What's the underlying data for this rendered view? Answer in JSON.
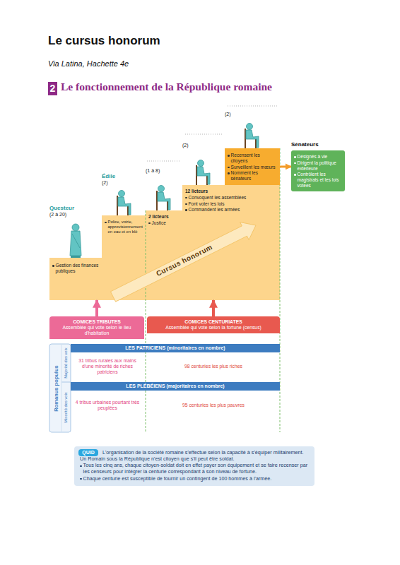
{
  "diagram": {
    "title": "Le cursus honorum",
    "nodes": [
      {
        "text": [
          "2"
        ]
      },
      {
        "text": [
          "Questeur",
          "(2 à 20)",
          "Gestion des finances publiques"
        ]
      },
      {
        "text": [
          "Édile",
          "(2)",
          "Police, voirie, approvisionnement en eau et en blé"
        ]
      },
      {
        "text": [
          "(1 à 8)",
          "2 licteurs",
          "Justice"
        ]
      },
      {
        "text": [
          "(2)",
          "12 licteurs",
          "Convoquent les assemblées",
          "Font voter les lois",
          "Commandent les armées"
        ]
      },
      {
        "text": [
          "(2)",
          "Recensent les citoyens",
          "Surveillent les mœurs",
          "Nomment les sénateurs"
        ]
      },
      {
        "text": [
          "Sénateurs",
          "Désignés à vie",
          "Dirigent la politique extérieure",
          "Contrôlent les magistrats et les lois votées"
        ]
      },
      {
        "text": [
          "COMICES TRIBUTES",
          "Assemblée qui vote selon le lieu d'habitation"
        ]
      },
      {
        "text": [
          "COMICES CENTURIATES",
          "Assemblée qui vote selon la fortune (census)"
        ]
      },
      {
        "text": [
          "LES PATRICIENS (minoritaires en nombre)"
        ]
      },
      {
        "text": [
          "LES PLÉBÉIENS (majoritaires en nombre)"
        ]
      },
      {
        "text": [
          "L'organisation de la société romaine s'effectue selon la capacité à s'équiper militairement. Un Romain sous la République n'est citoyen que s'il peut être soldat.",
          "Tous les cinq ans, chaque citoyen-soldat doit en effet payer son équipement et se faire recenser par les censeurs pour intégrer la centurie correspondant à son niveau de fortune.",
          "Chaque centurie est susceptible de fournir un contingent de 100 hommes à l'armée."
        ]
      },
      {
        "text": [
          "QUID"
        ],
        "in": 11
      }
    ],
    "edges": [
      {
        "from": 5,
        "to": 6,
        "arrow": "to"
      },
      {
        "from": 7,
        "to": 1,
        "arrow": "to"
      },
      {
        "from": 8,
        "to": 4,
        "arrow": "to"
      }
    ],
    "labels": [
      "Via Latina, Hachette 4e",
      "Le fonctionnement de la République romaine",
      "Cursus honorum",
      "Romanus populus",
      "Majorité des voix",
      "Minorité des voix",
      "31 tribus rurales aux mains d'une minorité de riches patriciens",
      "98 centuries les plus riches",
      "4 tribus urbaines pourtant très peuplées",
      "95 centuries les plus pauvres"
    ]
  }
}
